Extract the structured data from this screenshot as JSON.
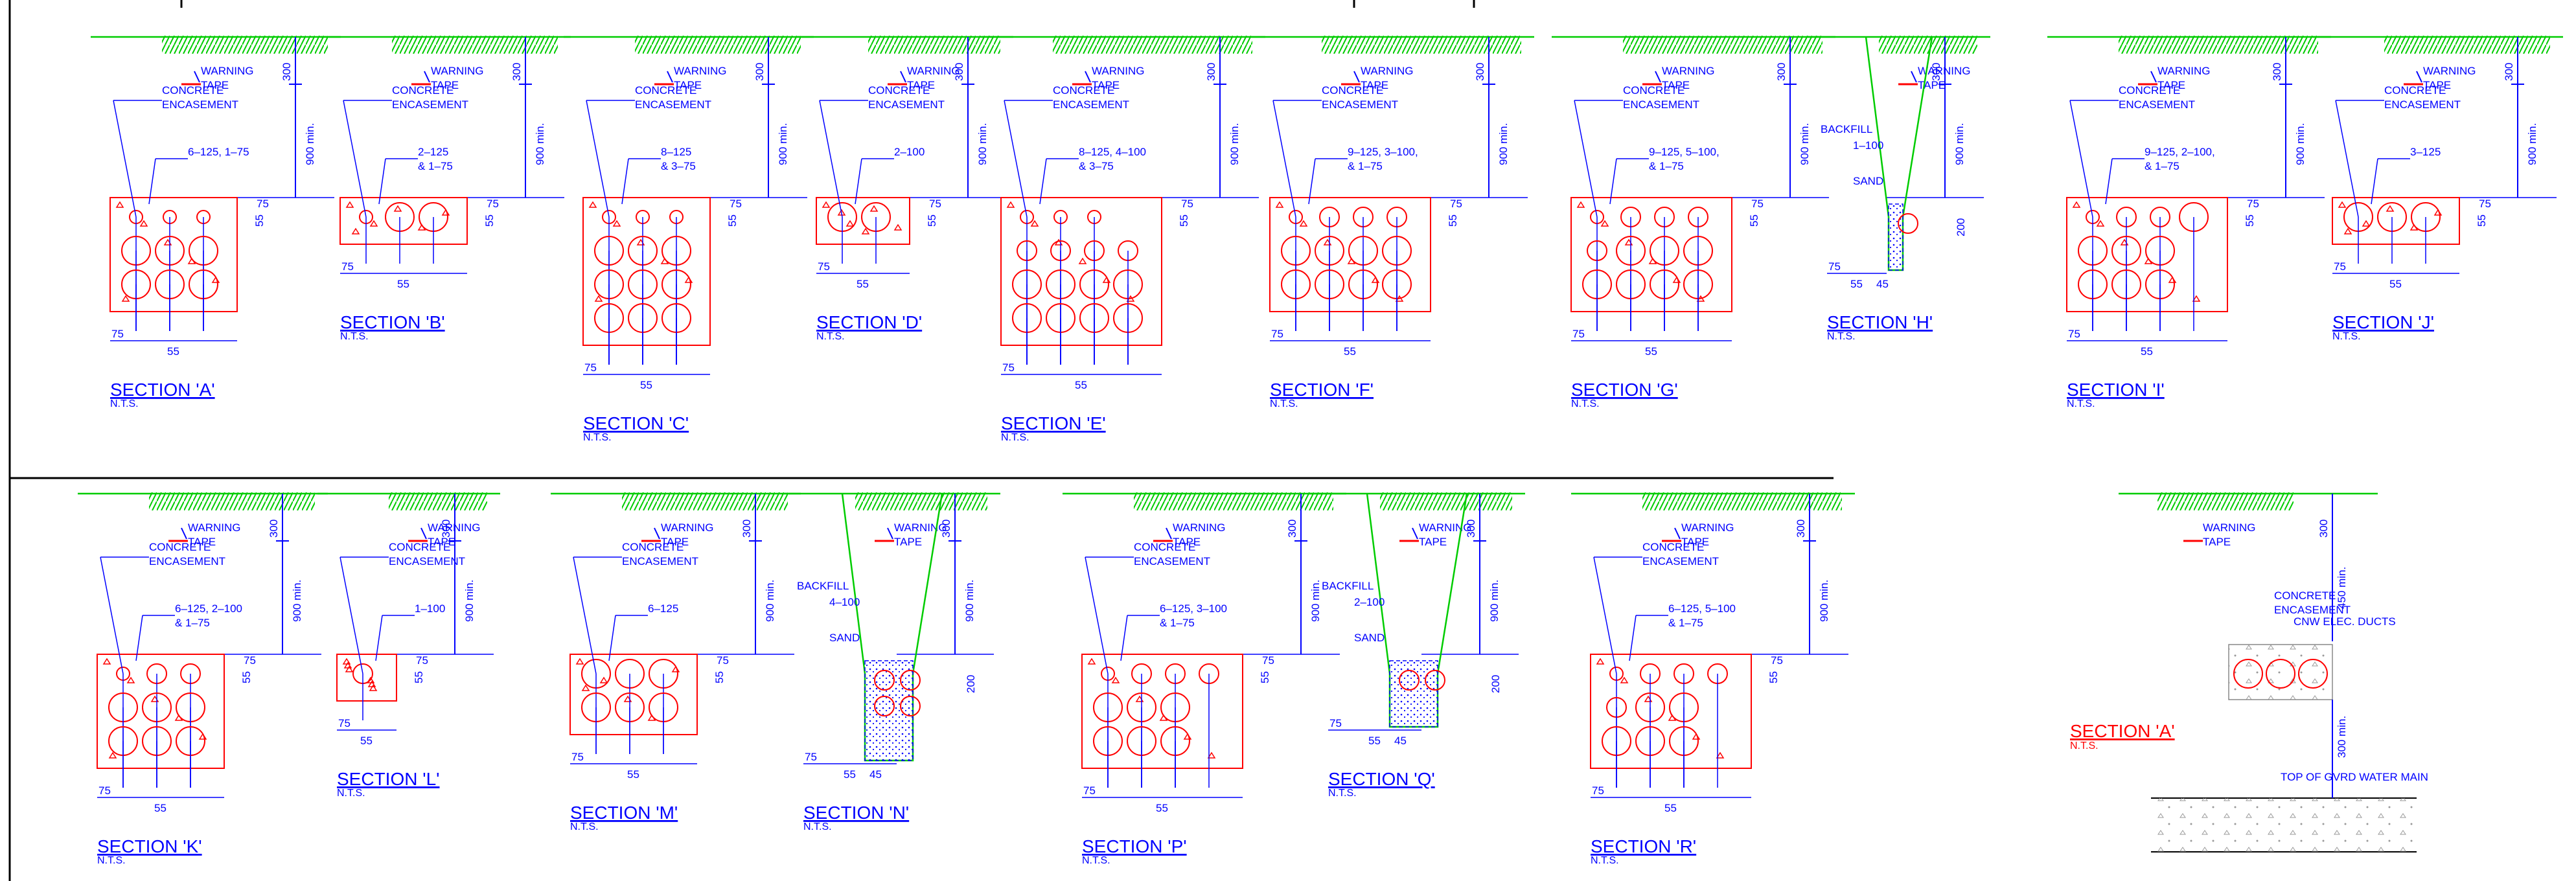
{
  "colors": {
    "background": "#ffffff",
    "frame": "#000000",
    "dimension": "#0000ff",
    "encasement": "#ff0000",
    "ground": "#00cc00",
    "key_plan": "#ff0000"
  },
  "common": {
    "concrete_encasement": "CONCRETE\nENCASEMENT",
    "warning_tape": "WARNING\nTAPE",
    "nts": "N.T.S.",
    "backfill": "BACKFILL",
    "sand": "SAND",
    "dim_300": "300",
    "dim_900_min": "900 min.",
    "dim_450_min": "450 min.",
    "dim_300_min": "300 min.",
    "dim_75": "75",
    "dim_55": "55",
    "dim_45": "45",
    "dim_200": "200"
  },
  "sections": [
    {
      "id": "A",
      "title": "SECTION 'A'",
      "ducts": "6–125, 1–75",
      "rows": [
        [
          1,
          1,
          1
        ],
        [
          2,
          2,
          2
        ],
        [
          2,
          2,
          2
        ]
      ],
      "variant": "standard"
    },
    {
      "id": "B",
      "title": "SECTION 'B'",
      "ducts": "2–125\n& 1–75",
      "rows": [
        [
          1,
          2,
          2
        ]
      ],
      "variant": "standard"
    },
    {
      "id": "C",
      "title": "SECTION 'C'",
      "ducts": "8–125\n& 3–75",
      "rows": [
        [
          1,
          1,
          1
        ],
        [
          2,
          2,
          2
        ],
        [
          2,
          2,
          2
        ],
        [
          2,
          2,
          2
        ]
      ],
      "variant": "standard"
    },
    {
      "id": "D",
      "title": "SECTION 'D'",
      "ducts": "2–100",
      "rows": [
        [
          2,
          2
        ]
      ],
      "variant": "standard"
    },
    {
      "id": "E",
      "title": "SECTION 'E'",
      "ducts": "8–125, 4–100\n& 3–75",
      "rows": [
        [
          1,
          1,
          1
        ],
        [
          3,
          3,
          3,
          3
        ],
        [
          2,
          2,
          2,
          2
        ],
        [
          2,
          2,
          2,
          2
        ]
      ],
      "variant": "standard"
    },
    {
      "id": "F",
      "title": "SECTION 'F'",
      "ducts": "9–125, 3–100,\n& 1–75",
      "rows": [
        [
          1,
          3,
          3,
          3
        ],
        [
          2,
          2,
          2,
          2
        ],
        [
          2,
          2,
          2,
          2
        ]
      ],
      "variant": "standard"
    },
    {
      "id": "G",
      "title": "SECTION 'G'",
      "ducts": "9–125, 5–100,\n& 1–75",
      "rows": [
        [
          1,
          3,
          3,
          3
        ],
        [
          3,
          2,
          2,
          2
        ],
        [
          2,
          2,
          2,
          2
        ]
      ],
      "variant": "standard"
    },
    {
      "id": "H",
      "title": "SECTION 'H'",
      "ducts": "1–100",
      "rows": [
        [
          3
        ]
      ],
      "variant": "trench"
    },
    {
      "id": "I",
      "title": "SECTION 'I'",
      "ducts": "9–125, 2–100,\n& 1–75",
      "rows": [
        [
          1,
          3,
          3,
          2
        ],
        [
          2,
          2,
          2
        ],
        [
          2,
          2,
          2
        ]
      ],
      "variant": "standard"
    },
    {
      "id": "J",
      "title": "SECTION 'J'",
      "ducts": "3–125",
      "rows": [
        [
          2,
          2,
          2
        ]
      ],
      "variant": "standard"
    },
    {
      "id": "K",
      "title": "SECTION 'K'",
      "ducts": "6–125, 2–100\n& 1–75",
      "rows": [
        [
          1,
          3,
          3
        ],
        [
          2,
          2,
          2
        ],
        [
          2,
          2,
          2
        ]
      ],
      "variant": "standard"
    },
    {
      "id": "L",
      "title": "SECTION 'L'",
      "ducts": "1–100",
      "rows": [
        [
          3
        ]
      ],
      "variant": "standard"
    },
    {
      "id": "M",
      "title": "SECTION 'M'",
      "ducts": "6–125",
      "rows": [
        [
          2,
          2,
          2
        ],
        [
          2,
          2,
          2
        ]
      ],
      "variant": "standard"
    },
    {
      "id": "N",
      "title": "SECTION 'N'",
      "ducts": "4–100",
      "rows": [
        [
          3,
          3
        ],
        [
          3,
          3
        ]
      ],
      "variant": "trench"
    },
    {
      "id": "P",
      "title": "SECTION 'P'",
      "ducts": "6–125, 3–100\n& 1–75",
      "rows": [
        [
          1,
          3,
          3,
          3
        ],
        [
          2,
          2,
          2
        ],
        [
          2,
          2,
          2
        ]
      ],
      "variant": "standard"
    },
    {
      "id": "Q",
      "title": "SECTION 'Q'",
      "ducts": "2–100",
      "rows": [
        [
          3,
          3
        ]
      ],
      "variant": "trench"
    },
    {
      "id": "R",
      "title": "SECTION 'R'",
      "ducts": "6–125, 5–100\n& 1–75",
      "rows": [
        [
          1,
          3,
          3,
          3
        ],
        [
          3,
          2,
          2
        ],
        [
          2,
          2,
          2
        ]
      ],
      "variant": "standard"
    }
  ],
  "key_plan": {
    "title": "SECTION 'A'",
    "nts": "N.T.S.",
    "ducts_label": "CNW ELEC. DUCTS",
    "water_main": "TOP OF GVRD WATER MAIN"
  }
}
